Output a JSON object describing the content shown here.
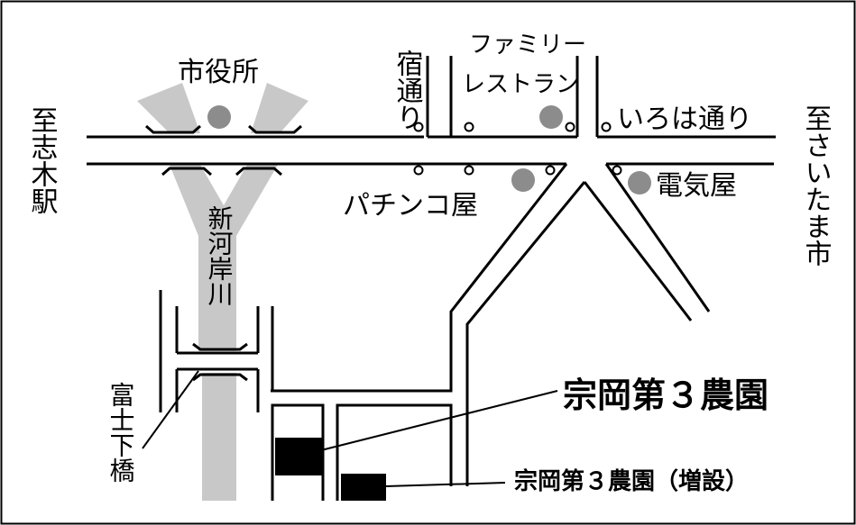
{
  "map": {
    "labels": {
      "city_hall": "市役所",
      "juku_dori": "宿通り",
      "family_restaurant": "ファミリーレストラン",
      "iroha_dori": "いろは通り",
      "to_shiki_station": "至志木駅",
      "to_saitama_city": "至さいたま市",
      "pachinko_shop": "パチンコ屋",
      "electric_shop": "電気屋",
      "shingashi_river": "新河岸川",
      "fujishita_bridge": "富士下橋",
      "farm_3": "宗岡第３農園",
      "farm_3_extension": "宗岡第３農園（増設）"
    },
    "colors": {
      "road": "#000000",
      "river": "#c8c8c8",
      "landmark": "#8c8c8c",
      "farm": "#000000",
      "border": "#000000"
    }
  }
}
